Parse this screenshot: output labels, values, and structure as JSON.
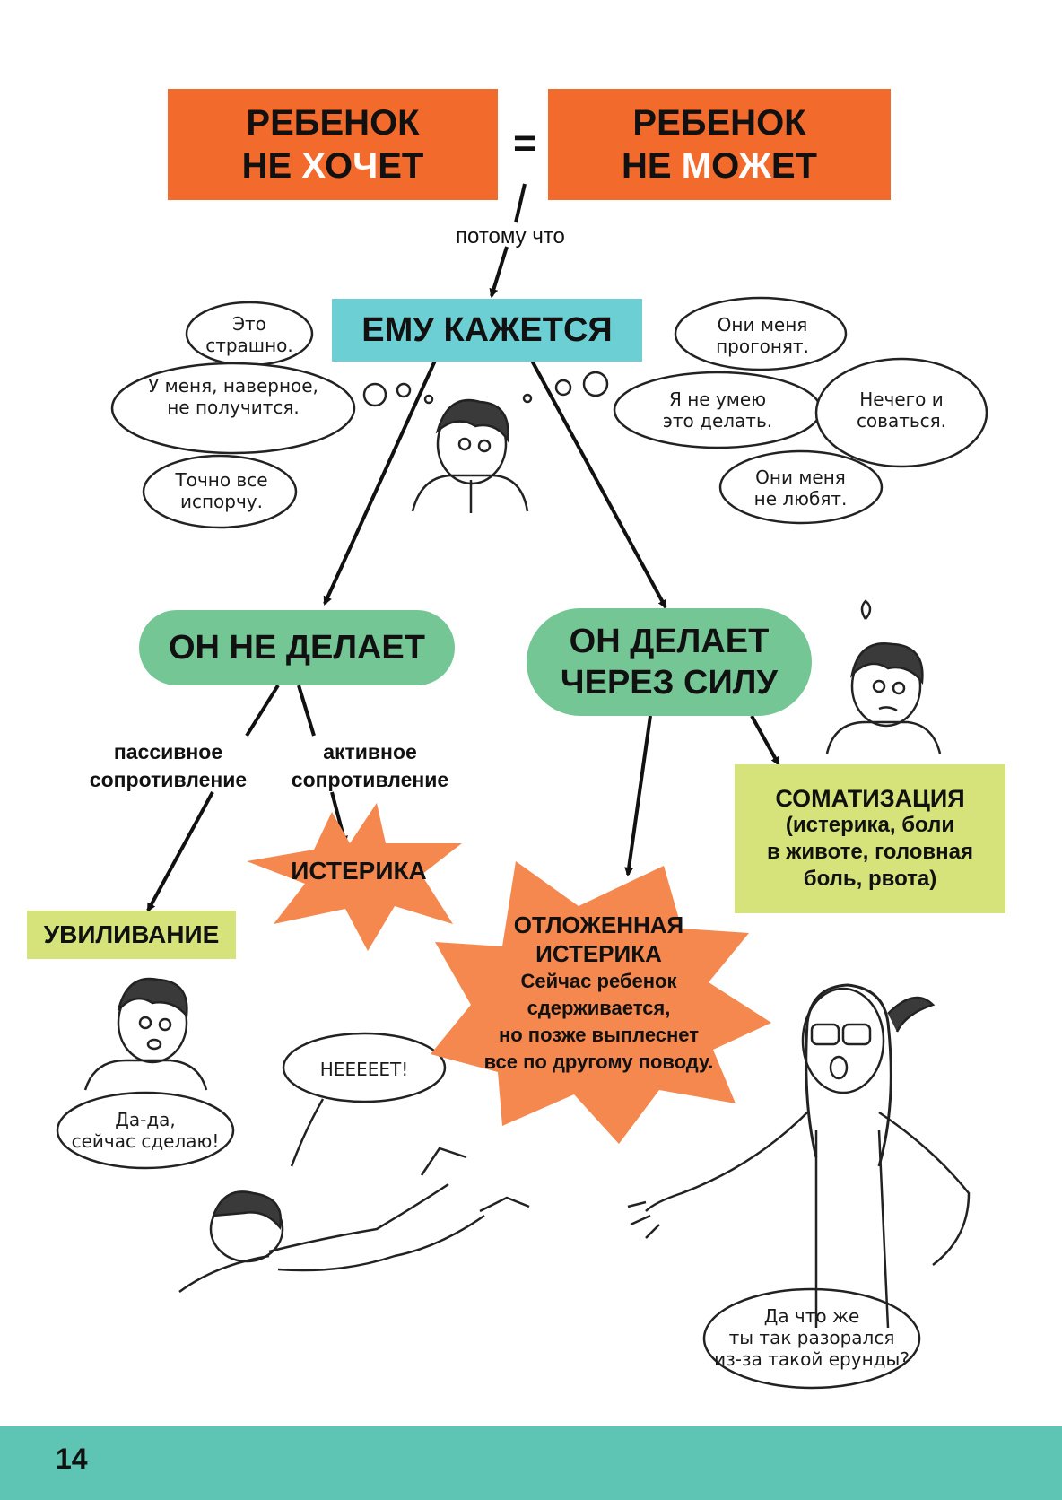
{
  "header": {
    "left_line1": "РЕБЕНОК",
    "left_line2_a": "НЕ ",
    "left_line2_b": "Х",
    "left_line2_c": "О",
    "left_line2_d": "Ч",
    "left_line2_e": "ЕТ",
    "equals": "=",
    "right_line1": "РЕБЕНОК",
    "right_line2_a": "НЕ ",
    "right_line2_b": "М",
    "right_line2_c": "О",
    "right_line2_d": "Ж",
    "right_line2_e": "ЕТ"
  },
  "because": "потому что",
  "center_box": "ЕМУ КАЖЕТСЯ",
  "thoughts_left": [
    "Это страшно.",
    "У меня, наверное, не получится.",
    "Точно все испорчу."
  ],
  "thoughts_right": [
    "Они меня прогонят.",
    "Я не умею это делать.",
    "Нечего и соваться.",
    "Они меня не любят."
  ],
  "branch_left": "ОН НЕ ДЕЛАЕТ",
  "branch_right_line1": "ОН ДЕЛАЕТ",
  "branch_right_line2": "ЧЕРЕЗ СИЛУ",
  "passive": {
    "line1": "пассивное",
    "line2": "сопротивление"
  },
  "active": {
    "line1": "активное",
    "line2": "сопротивление"
  },
  "evasion": "УВИЛИВАНИЕ",
  "hysteria": "ИСТЕРИКА",
  "somatization": {
    "title": "СОМАТИЗАЦИЯ",
    "line1": "(истерика, боли",
    "line2": "в животе, головная",
    "line3": "боль, рвота)"
  },
  "delayed": {
    "title1": "ОТЛОЖЕННАЯ",
    "title2": "ИСТЕРИКА",
    "line1": "Сейчас ребенок",
    "line2": "сдерживается,",
    "line3": "но позже выплеснет",
    "line4": "все по другому поводу."
  },
  "speech": {
    "child_yes_line1": "Да-да,",
    "child_yes_line2": "сейчас сделаю!",
    "nooo": "НЕЕЕЕЕТ!",
    "mom_line1": "Да что же",
    "mom_line2": "ты так разорался",
    "mom_line3": "из-за такой ерунды?"
  },
  "page_number": "14",
  "colors": {
    "orange": "#F26B2D",
    "burst": "#F4884F",
    "teal": "#6CCFD3",
    "green": "#74C795",
    "yellow": "#D6E37A",
    "footer": "#5EC4B4"
  }
}
